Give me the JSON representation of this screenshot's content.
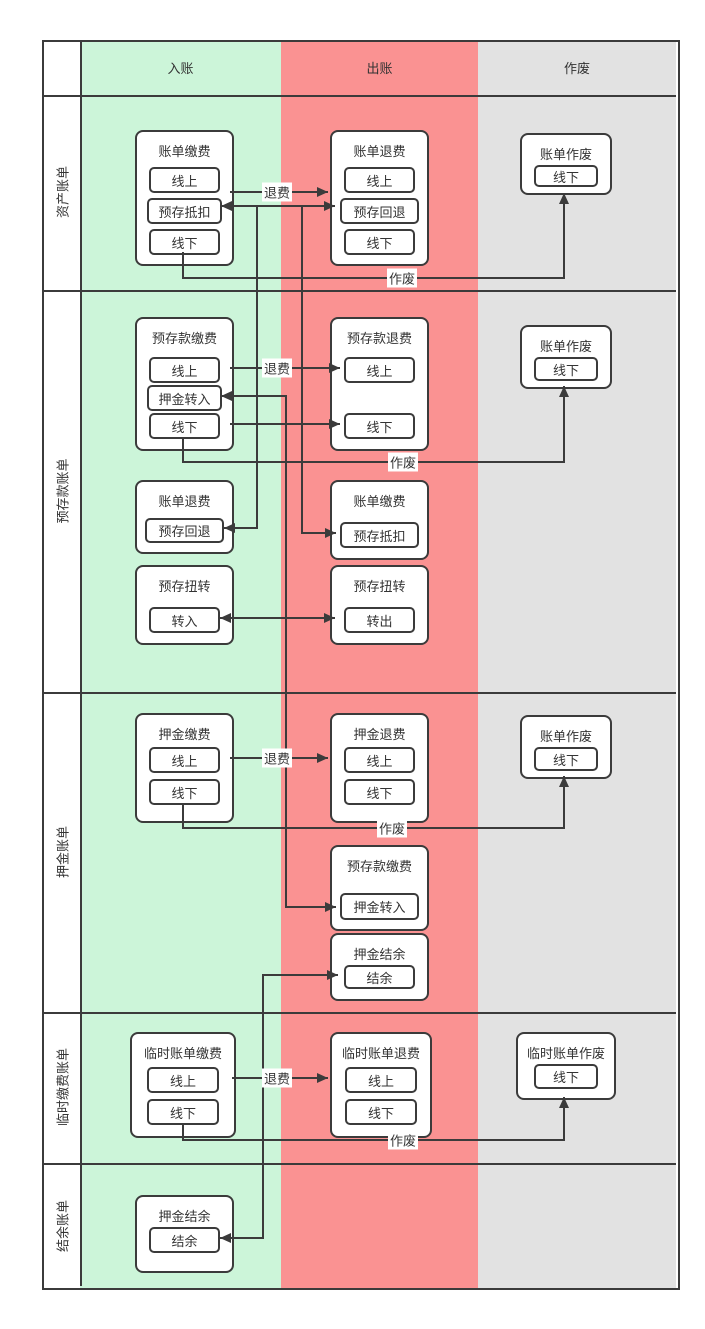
{
  "diagram": {
    "columns": [
      {
        "label": "入账",
        "color": "#ccf5d9"
      },
      {
        "label": "出账",
        "color": "#fa9292"
      },
      {
        "label": "作废",
        "color": "#e2e2e2"
      }
    ],
    "rows": [
      {
        "label": "资产账单"
      },
      {
        "label": "预存款账单"
      },
      {
        "label": "押金账单"
      },
      {
        "label": "临时缴费账单"
      },
      {
        "label": "结余账单"
      }
    ],
    "line_color": "#3b3b3b",
    "boxes": {
      "b1": {
        "title": "账单缴费",
        "subs": [
          "线上",
          "预存抵扣",
          "线下"
        ]
      },
      "b2": {
        "title": "账单退费",
        "subs": [
          "线上",
          "预存回退",
          "线下"
        ]
      },
      "b3": {
        "title": "账单作废",
        "subs": [
          "线下"
        ]
      },
      "b4": {
        "title": "预存款缴费",
        "subs": [
          "线上",
          "押金转入",
          "线下"
        ]
      },
      "b5": {
        "title": "预存款退费",
        "subs": [
          "线上",
          "线下"
        ]
      },
      "b6": {
        "title": "账单作废",
        "subs": [
          "线下"
        ]
      },
      "b7": {
        "title": "账单退费",
        "subs": [
          "预存回退"
        ]
      },
      "b8": {
        "title": "账单缴费",
        "subs": [
          "预存抵扣"
        ]
      },
      "b9": {
        "title": "预存扭转",
        "subs": [
          "转入"
        ]
      },
      "b10": {
        "title": "预存扭转",
        "subs": [
          "转出"
        ]
      },
      "b11": {
        "title": "押金缴费",
        "subs": [
          "线上",
          "线下"
        ]
      },
      "b12": {
        "title": "押金退费",
        "subs": [
          "线上",
          "线下"
        ]
      },
      "b13": {
        "title": "账单作废",
        "subs": [
          "线下"
        ]
      },
      "b14": {
        "title": "预存款缴费",
        "subs": [
          "押金转入"
        ]
      },
      "b15": {
        "title": "押金结余",
        "subs": [
          "结余"
        ]
      },
      "b16": {
        "title": "临时账单缴费",
        "subs": [
          "线上",
          "线下"
        ]
      },
      "b17": {
        "title": "临时账单退费",
        "subs": [
          "线上",
          "线下"
        ]
      },
      "b18": {
        "title": "临时账单作废",
        "subs": [
          "线下"
        ]
      },
      "b19": {
        "title": "押金结余",
        "subs": [
          "结余"
        ]
      }
    },
    "edge_labels": {
      "refund": "退费",
      "void": "作废"
    }
  }
}
